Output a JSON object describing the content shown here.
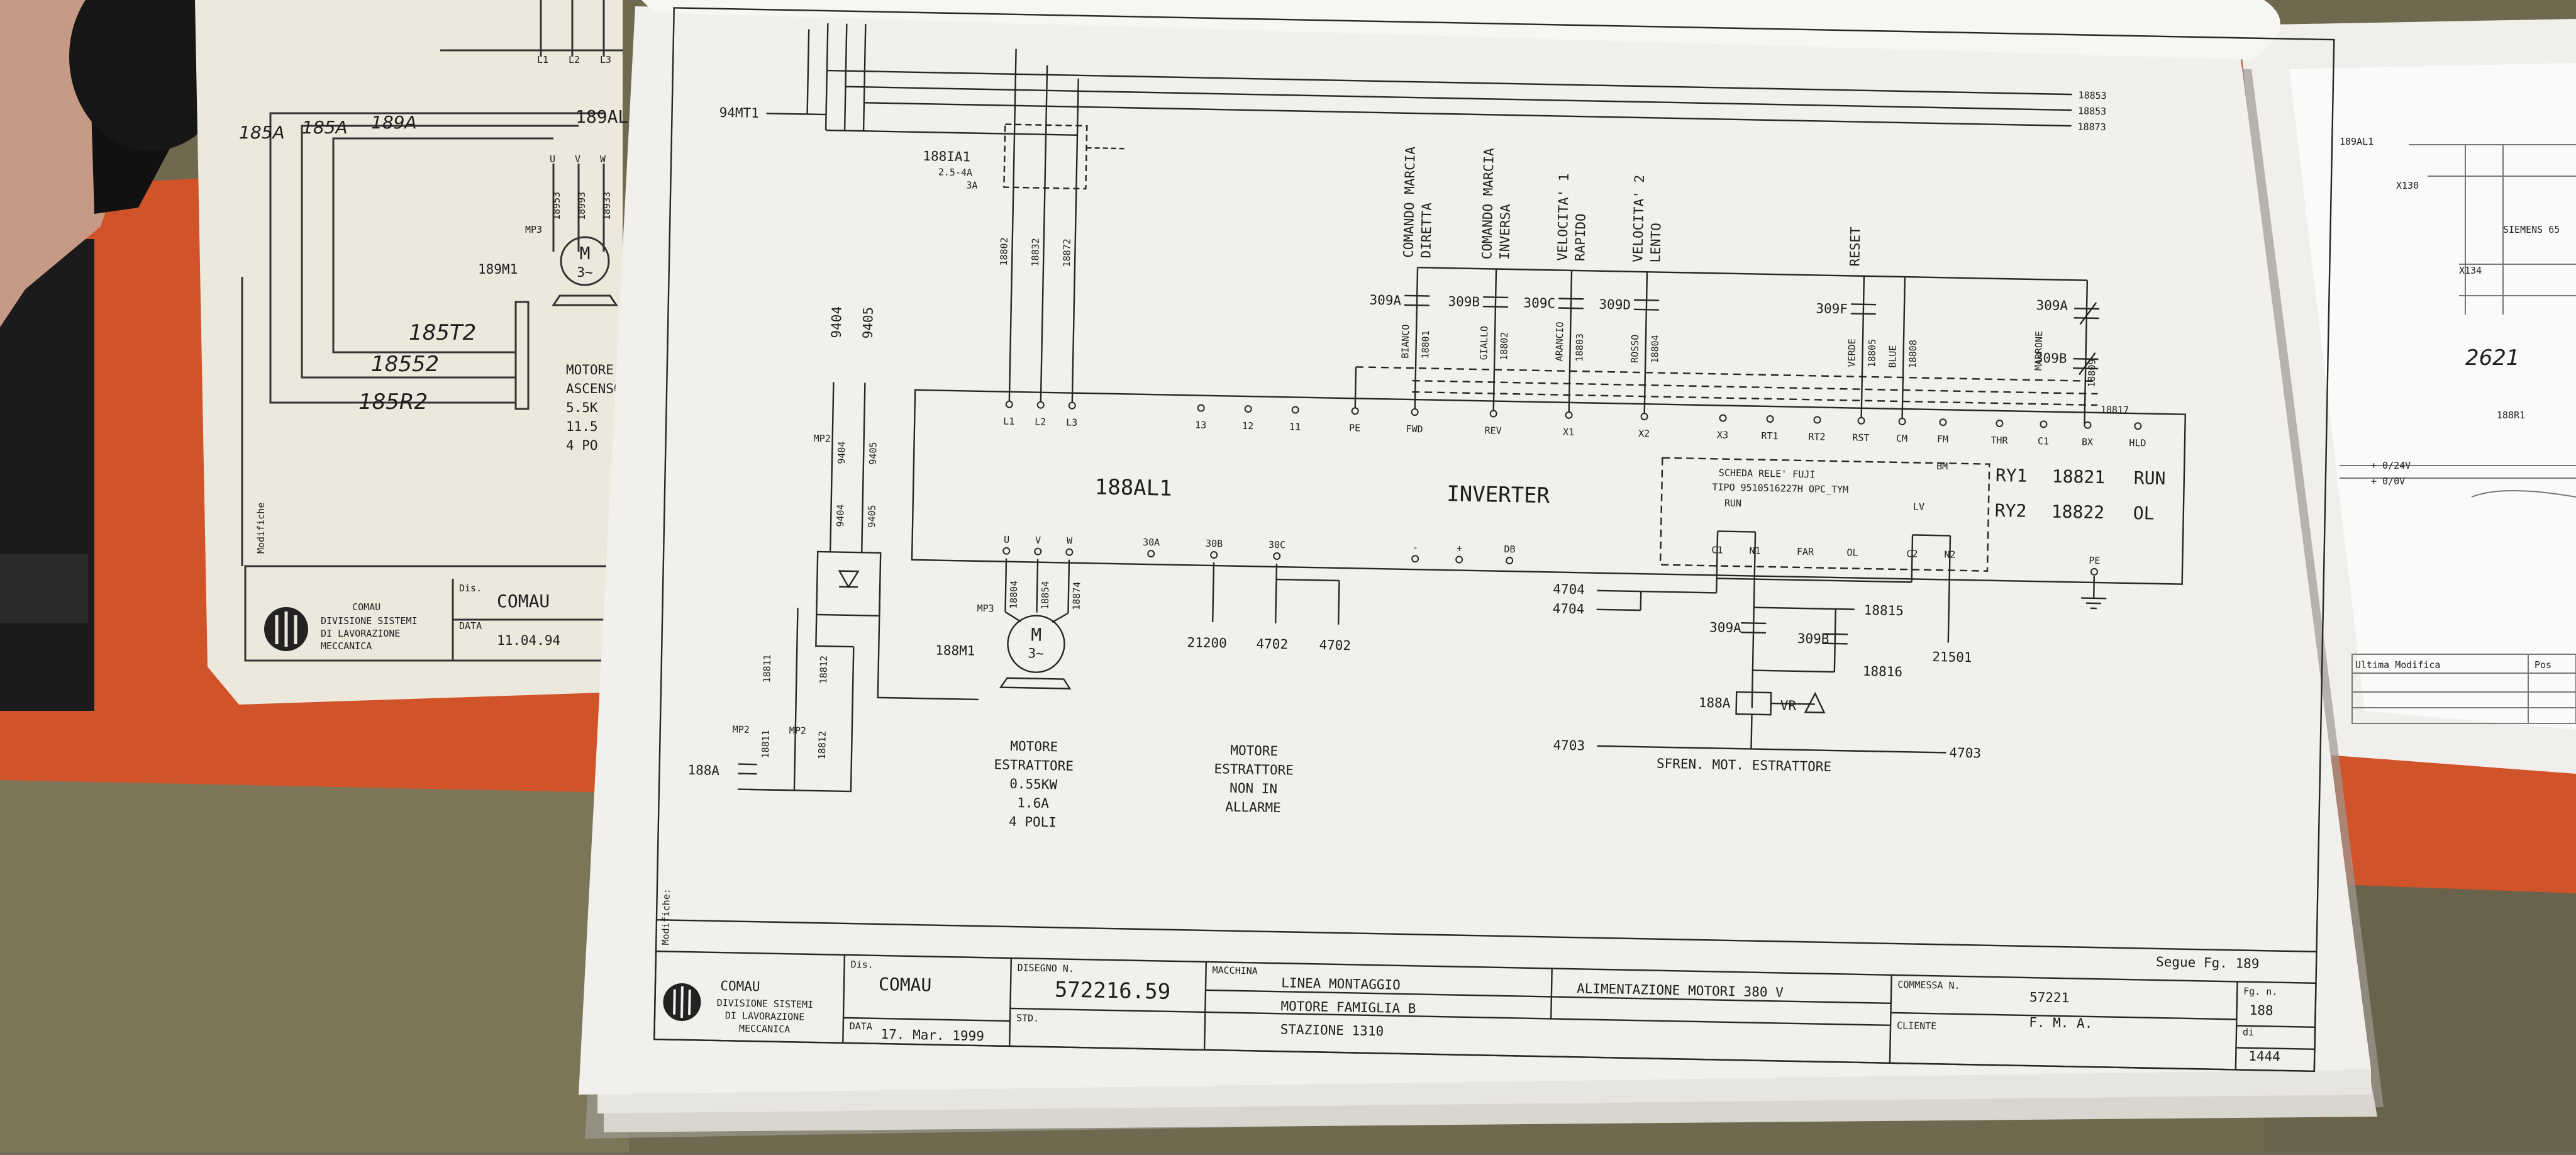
{
  "main_sheet": {
    "inverter": {
      "name": "188AL1",
      "title": "INVERTER"
    },
    "top_terminals": [
      "L1",
      "L2",
      "L3",
      "13",
      "12",
      "11",
      "PE",
      "FWD",
      "REV",
      "X1",
      "X2",
      "X3",
      "RT1",
      "RT2",
      "RST",
      "CM",
      "FM",
      "THR",
      "C1",
      "BX",
      "HLD"
    ],
    "bottom_terminals": [
      "U",
      "V",
      "W",
      "30A",
      "30B",
      "30C",
      "-",
      "+",
      "DB",
      "PE"
    ],
    "bus_wires": [
      "18853",
      "18853",
      "18873"
    ],
    "breaker": {
      "name": "188IA1",
      "rating": "2.5-4A",
      "set": "3A"
    },
    "phase_wires": [
      "18802",
      "18832",
      "18872"
    ],
    "thermal_ref": "94MT1",
    "motor_ref": "188M1",
    "motor_wires": [
      "18804",
      "18854",
      "18874"
    ],
    "mp_label": "MP3",
    "motor_symbol": "M",
    "motor_phase": "3~",
    "commands": [
      {
        "label": "COMANDO MARCIA",
        "label2": "DIRETTA",
        "contact": "309A",
        "color": "BIANCO",
        "wire": "18801"
      },
      {
        "label": "COMANDO MARCIA",
        "label2": "INVERSA",
        "contact": "309B",
        "color": "GIALLO",
        "wire": "18802"
      },
      {
        "label": "VELOCITA' 1",
        "label2": "RAPIDO",
        "contact": "309C",
        "color": "ARANCIO",
        "wire": "18803"
      },
      {
        "label": "VELOCITA' 2",
        "label2": "LENTO",
        "contact": "309D",
        "color": "ROSSO",
        "wire": "18804"
      },
      {
        "label": "RESET",
        "label2": "",
        "contact": "309F",
        "color": "VERDE",
        "wire": "18805"
      }
    ],
    "cm_wire": {
      "color": "BLUE",
      "wire": "18808"
    },
    "thr_contacts": [
      "309A",
      "309B"
    ],
    "thr_color": "MARRONE",
    "thr_wire": "18809",
    "bx_wire": "18817",
    "fm_ref": "BM",
    "relay_board": {
      "line1": "SCHEDA RELE' FUJI",
      "line2": "TIPO 9510516227H OPC_TYM",
      "run": "RUN",
      "lv": "LV",
      "terminals": [
        "C1",
        "N1",
        "FAR",
        "OL",
        "C2",
        "N2"
      ]
    },
    "relay_outputs": [
      {
        "id": "RY1",
        "wire": "18821",
        "status": "RUN"
      },
      {
        "id": "RY2",
        "wire": "18822",
        "status": "OL"
      }
    ],
    "wire_refs": [
      "4704",
      "4704",
      "18815",
      "18816",
      "21501",
      "21200",
      "4702",
      "4702"
    ],
    "brake_contacts": [
      "309A",
      "309B"
    ],
    "brake": {
      "coil": "188A",
      "varistor": "VR",
      "in": "4703",
      "out": "4703",
      "caption": "SFREN. MOT. ESTRATTORE"
    },
    "left_wires": [
      "9404",
      "9405"
    ],
    "left_wire_refs": [
      "18811",
      "18812"
    ],
    "mp2": "MP2",
    "left_contact": "188A",
    "motor_text": [
      "MOTORE",
      "ESTRATTORE",
      "0.55KW",
      "1.6A",
      "4 POLI"
    ],
    "alarm_text": [
      "MOTORE",
      "ESTRATTORE",
      "NON IN",
      "ALLARME"
    ],
    "segue": "Segue Fg. 189",
    "modifiche": "Modifiche:",
    "title_block": {
      "company": "COMAU",
      "division": [
        "DIVISIONE SISTEMI",
        "DI LAVORAZIONE",
        "MECCANICA"
      ],
      "dis_label": "Dis.",
      "dis_value": "COMAU",
      "data_label": "DATA",
      "data_value": "17. Mar. 1999",
      "disegno_label": "DISEGNO N.",
      "disegno_value": "572216.59",
      "std_label": "STD.",
      "macchina_label": "MACCHINA",
      "macchina_lines": [
        "LINEA MONTAGGIO",
        "MOTORE FAMIGLIA B",
        "STAZIONE 1310"
      ],
      "description": "ALIMENTAZIONE MOTORI 380 V",
      "commessa_label": "COMMESSA N.",
      "commessa_value": "57221",
      "cliente_label": "CLIENTE",
      "cliente_value": "F. M. A.",
      "fg_label": "Fg. n.",
      "fg_value": "188",
      "di_label": "di",
      "di_value": "1444"
    }
  },
  "left_sheet": {
    "wires": [
      "L1",
      "L2",
      "L3"
    ],
    "handwritten": [
      "185A",
      "185A",
      "189A"
    ],
    "sheet_ref": "189AL",
    "motor_terminals": [
      "U",
      "V",
      "W"
    ],
    "mp": "MP3",
    "motor_ref": "189M1",
    "motor_wires": [
      "18953",
      "18993",
      "18933"
    ],
    "bottom_handwritten": [
      "185T2",
      "18552",
      "185R2"
    ],
    "motor_text": [
      "MOTORE",
      "ASCENSO",
      "5.5K",
      "11.5",
      "4 PO"
    ],
    "modifiche": "Modifiche",
    "company": "COMAU",
    "division": [
      "DIVISIONE SISTEMI",
      "DI LAVORAZIONE",
      "MECCANICA"
    ],
    "dis_label": "Dis.",
    "dis_value": "COMAU",
    "data_label": "DATA",
    "data_value": "11.04.94"
  },
  "right_sheet": {
    "refs": [
      "189AL1",
      "X130",
      "SIEMENS 65",
      "X134",
      "188R1",
      "+ 0/24V",
      "+ 0/0V"
    ],
    "handwritten": "2621",
    "footer": [
      "Ultima Modifica",
      "Pos"
    ]
  }
}
